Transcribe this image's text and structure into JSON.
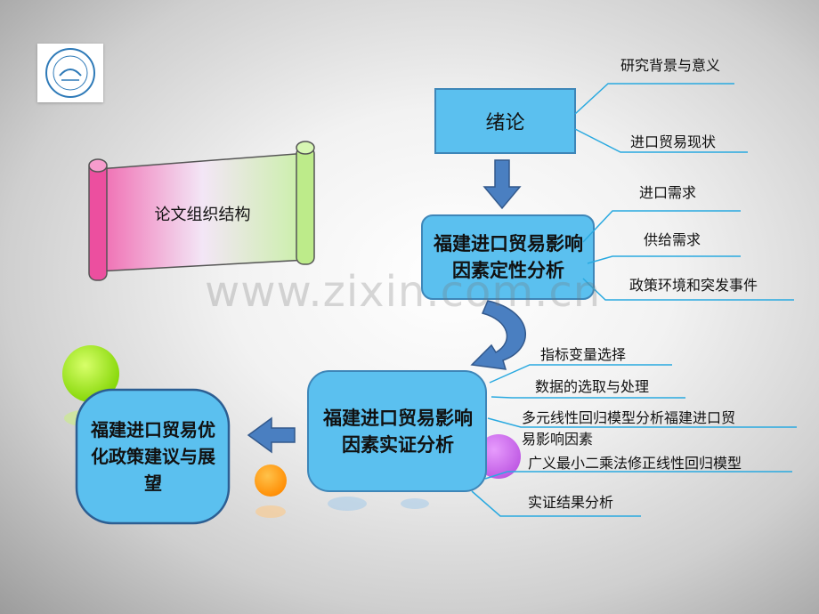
{
  "title_scroll": {
    "label": "论文组织结构"
  },
  "nodes": {
    "intro": "绪论",
    "qualitative": "福建进口贸易影响因素定性分析",
    "empirical": "福建进口贸易影响因素实证分析",
    "policy": "福建进口贸易优化政策建议与展望"
  },
  "branches": {
    "intro": [
      "研究背景与意义",
      "进口贸易现状"
    ],
    "qualitative": [
      "进口需求",
      "供给需求",
      "政策环境和突发事件"
    ],
    "empirical": [
      "指标变量选择",
      "数据的选取与处理",
      "多元线性回归模型分析福建进口贸",
      "易影响因素",
      "广义最小二乘法修正线性回归模型",
      "实证结果分析"
    ]
  },
  "watermark": "www.zixin.com.cn",
  "colors": {
    "box_fill": "#5bc0ef",
    "box_stroke": "#3e86b8",
    "arrow": "#4a7fc1",
    "line": "#29a9e0"
  }
}
